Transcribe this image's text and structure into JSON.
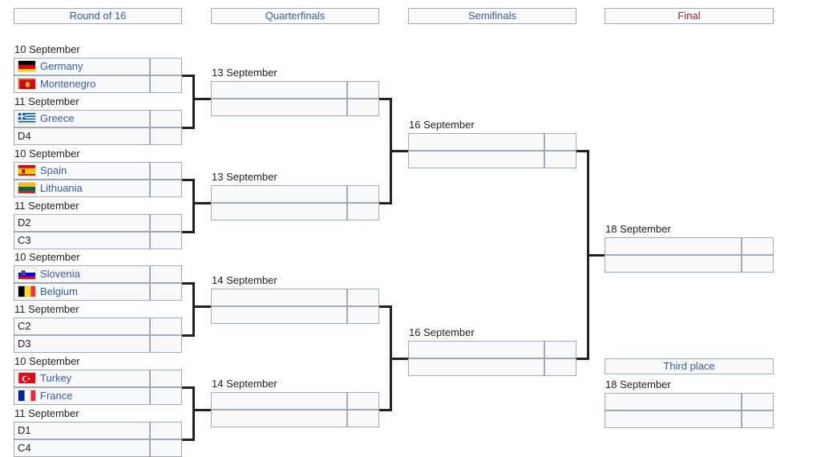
{
  "headers": {
    "round16": "Round of 16",
    "quarterfinals": "Quarterfinals",
    "semifinals": "Semifinals",
    "final": "Final",
    "third_place": "Third place"
  },
  "round16": [
    {
      "date": "10 September",
      "team1": "Germany",
      "team2": "Montenegro"
    },
    {
      "date": "11 September",
      "team1": "Greece",
      "team2": "D4"
    },
    {
      "date": "10 September",
      "team1": "Spain",
      "team2": "Lithuania"
    },
    {
      "date": "11 September",
      "team1": "D2",
      "team2": "C3"
    },
    {
      "date": "10 September",
      "team1": "Slovenia",
      "team2": "Belgium"
    },
    {
      "date": "11 September",
      "team1": "C2",
      "team2": "D3"
    },
    {
      "date": "10 September",
      "team1": "Turkey",
      "team2": "France"
    },
    {
      "date": "11 September",
      "team1": "D1",
      "team2": "C4"
    }
  ],
  "quarterfinals": [
    {
      "date": "13 September"
    },
    {
      "date": "13 September"
    },
    {
      "date": "14 September"
    },
    {
      "date": "14 September"
    }
  ],
  "semifinals": [
    {
      "date": "16 September"
    },
    {
      "date": "16 September"
    }
  ],
  "final": {
    "date": "18 September"
  },
  "third_place": {
    "date": "18 September"
  },
  "flag_icons": {
    "Germany": "germany-flag-icon",
    "Montenegro": "montenegro-flag-icon",
    "Greece": "greece-flag-icon",
    "Spain": "spain-flag-icon",
    "Lithuania": "lithuania-flag-icon",
    "Slovenia": "slovenia-flag-icon",
    "Belgium": "belgium-flag-icon",
    "Turkey": "turkey-flag-icon",
    "France": "france-flag-icon"
  },
  "colors": {
    "link": "#3a5aa0",
    "final_header": "#a0262b",
    "cell_background": "#f8f9fa",
    "cell_border": "#a2a9b1",
    "connector": "#222222"
  }
}
